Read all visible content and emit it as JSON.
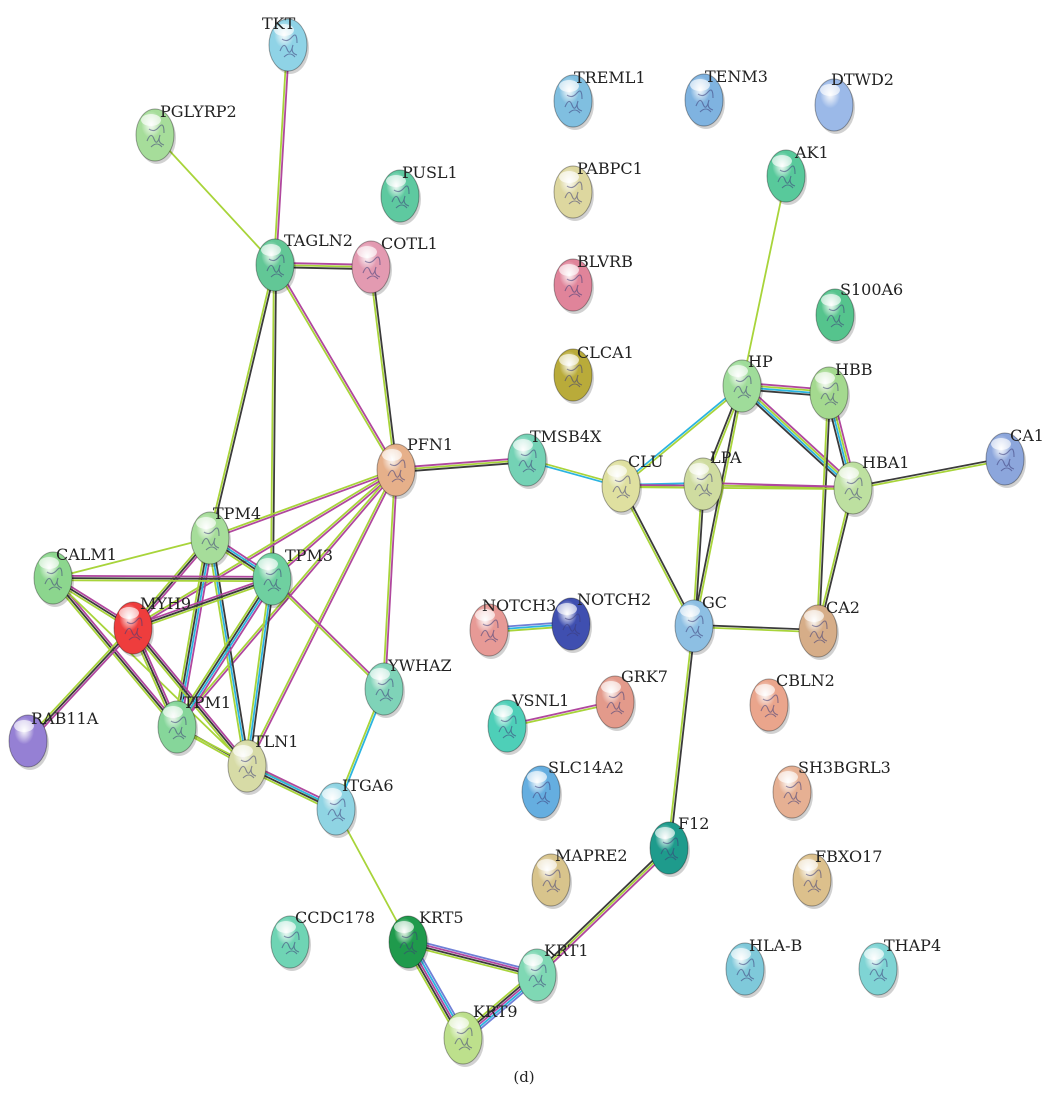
{
  "figure": {
    "caption": "(d)"
  },
  "edge_colors": {
    "yellow_green": "#a8d43a",
    "magenta": "#b0479e",
    "dark": "#3b3b3b",
    "cyan": "#2bb4e0",
    "blue": "#6f7fd6"
  },
  "nodes": [
    {
      "id": "TKT",
      "label": "TKT",
      "color": "#8fd3e6",
      "motif": "protein-ribbon"
    },
    {
      "id": "PGLYRP2",
      "label": "PGLYRP2",
      "color": "#a6dd9a",
      "motif": "protein-ribbon"
    },
    {
      "id": "PUSL1",
      "label": "PUSL1",
      "color": "#5ec9a0",
      "motif": "protein-ribbon"
    },
    {
      "id": "TAGLN2",
      "label": "TAGLN2",
      "color": "#62c796",
      "motif": "protein-ribbon"
    },
    {
      "id": "COTL1",
      "label": "COTL1",
      "color": "#e39ab1",
      "motif": "protein-ribbon"
    },
    {
      "id": "TREML1",
      "label": "TREML1",
      "color": "#80bfe0",
      "motif": "protein-ribbon"
    },
    {
      "id": "TENM3",
      "label": "TENM3",
      "color": "#7fb3e0",
      "motif": "protein-ribbon"
    },
    {
      "id": "DTWD2",
      "label": "DTWD2",
      "color": "#9bb9e8",
      "motif": "none"
    },
    {
      "id": "AK1",
      "label": "AK1",
      "color": "#58c99b",
      "motif": "protein-ribbon"
    },
    {
      "id": "PABPC1",
      "label": "PABPC1",
      "color": "#ddd79f",
      "motif": "protein-ribbon"
    },
    {
      "id": "BLVRB",
      "label": "BLVRB",
      "color": "#e0849a",
      "motif": "protein-ribbon"
    },
    {
      "id": "S100A6",
      "label": "S100A6",
      "color": "#55c48d",
      "motif": "protein-ribbon"
    },
    {
      "id": "CLCA1",
      "label": "CLCA1",
      "color": "#b9ab3a",
      "motif": "protein-ribbon"
    },
    {
      "id": "HP",
      "label": "HP",
      "color": "#9fdc9a",
      "motif": "protein-ribbon"
    },
    {
      "id": "HBB",
      "label": "HBB",
      "color": "#a4d98f",
      "motif": "protein-ribbon"
    },
    {
      "id": "PFN1",
      "label": "PFN1",
      "color": "#e6b08a",
      "motif": "protein-ribbon"
    },
    {
      "id": "TMSB4X",
      "label": "TMSB4X",
      "color": "#74d2b5",
      "motif": "protein-ribbon"
    },
    {
      "id": "CLU",
      "label": "CLU",
      "color": "#dfe0a0",
      "motif": "protein-ribbon"
    },
    {
      "id": "LPA",
      "label": "LPA",
      "color": "#cfdca0",
      "motif": "protein-ribbon"
    },
    {
      "id": "HBA1",
      "label": "HBA1",
      "color": "#bde0a0",
      "motif": "protein-ribbon"
    },
    {
      "id": "CA1",
      "label": "CA1",
      "color": "#8ca6dc",
      "motif": "protein-ribbon"
    },
    {
      "id": "TPM4",
      "label": "TPM4",
      "color": "#a6dd9a",
      "motif": "protein-ribbon"
    },
    {
      "id": "CALM1",
      "label": "CALM1",
      "color": "#8cd68e",
      "motif": "protein-ribbon"
    },
    {
      "id": "TPM3",
      "label": "TPM3",
      "color": "#6fd0a0",
      "motif": "protein-ribbon"
    },
    {
      "id": "MYH9",
      "label": "MYH9",
      "color": "#ee3d3d",
      "motif": "protein-ribbon"
    },
    {
      "id": "NOTCH3",
      "label": "NOTCH3",
      "color": "#e79a96",
      "motif": "protein-ribbon"
    },
    {
      "id": "NOTCH2",
      "label": "NOTCH2",
      "color": "#3f4fb0",
      "motif": "protein-ribbon"
    },
    {
      "id": "GC",
      "label": "GC",
      "color": "#8dbfe3",
      "motif": "protein-ribbon"
    },
    {
      "id": "CA2",
      "label": "CA2",
      "color": "#d6ad88",
      "motif": "protein-ribbon"
    },
    {
      "id": "YWHAZ",
      "label": "YWHAZ",
      "color": "#7fd3b8",
      "motif": "protein-ribbon"
    },
    {
      "id": "GRK7",
      "label": "GRK7",
      "color": "#e39a8b",
      "motif": "protein-ribbon"
    },
    {
      "id": "VSNL1",
      "label": "VSNL1",
      "color": "#4ecfb8",
      "motif": "protein-ribbon"
    },
    {
      "id": "CBLN2",
      "label": "CBLN2",
      "color": "#eaa58c",
      "motif": "protein-ribbon"
    },
    {
      "id": "RAB11A",
      "label": "RAB11A",
      "color": "#9580d4",
      "motif": "none"
    },
    {
      "id": "TPM1",
      "label": "TPM1",
      "color": "#86d69a",
      "motif": "protein-ribbon"
    },
    {
      "id": "TLN1",
      "label": "TLN1",
      "color": "#d7dba6",
      "motif": "protein-ribbon"
    },
    {
      "id": "SLC14A2",
      "label": "SLC14A2",
      "color": "#65aee0",
      "motif": "protein-ribbon"
    },
    {
      "id": "SH3BGRL3",
      "label": "SH3BGRL3",
      "color": "#e6b093",
      "motif": "protein-ribbon"
    },
    {
      "id": "ITGA6",
      "label": "ITGA6",
      "color": "#8fd4e3",
      "motif": "protein-ribbon"
    },
    {
      "id": "F12",
      "label": "F12",
      "color": "#1e9b8c",
      "motif": "protein-ribbon"
    },
    {
      "id": "MAPRE2",
      "label": "MAPRE2",
      "color": "#d8c48c",
      "motif": "protein-ribbon"
    },
    {
      "id": "FBXO17",
      "label": "FBXO17",
      "color": "#dcc08c",
      "motif": "protein-ribbon"
    },
    {
      "id": "CCDC178",
      "label": "CCDC178",
      "color": "#6fd4b4",
      "motif": "protein-ribbon"
    },
    {
      "id": "KRT5",
      "label": "KRT5",
      "color": "#1f9a4c",
      "motif": "protein-ribbon"
    },
    {
      "id": "KRT1",
      "label": "KRT1",
      "color": "#7fd8b4",
      "motif": "protein-ribbon"
    },
    {
      "id": "HLA-B",
      "label": "HLA-B",
      "color": "#7fc9da",
      "motif": "protein-ribbon"
    },
    {
      "id": "THAP4",
      "label": "THAP4",
      "color": "#7fd4d4",
      "motif": "protein-ribbon"
    },
    {
      "id": "KRT9",
      "label": "KRT9",
      "color": "#bde08c",
      "motif": "protein-ribbon"
    }
  ],
  "edges": [
    {
      "source": "TKT",
      "target": "TAGLN2",
      "types": [
        "magenta",
        "yellow_green"
      ]
    },
    {
      "source": "PGLYRP2",
      "target": "TAGLN2",
      "types": [
        "yellow_green"
      ]
    },
    {
      "source": "TAGLN2",
      "target": "COTL1",
      "types": [
        "magenta",
        "yellow_green",
        "dark"
      ]
    },
    {
      "source": "TAGLN2",
      "target": "PFN1",
      "types": [
        "magenta",
        "yellow_green"
      ]
    },
    {
      "source": "TAGLN2",
      "target": "TPM4",
      "types": [
        "dark",
        "yellow_green"
      ]
    },
    {
      "source": "TAGLN2",
      "target": "TPM3",
      "types": [
        "dark",
        "yellow_green"
      ]
    },
    {
      "source": "COTL1",
      "target": "PFN1",
      "types": [
        "dark",
        "yellow_green"
      ]
    },
    {
      "source": "PFN1",
      "target": "TMSB4X",
      "types": [
        "magenta",
        "yellow_green",
        "dark"
      ]
    },
    {
      "source": "PFN1",
      "target": "TPM4",
      "types": [
        "magenta",
        "yellow_green"
      ]
    },
    {
      "source": "PFN1",
      "target": "TPM3",
      "types": [
        "magenta",
        "yellow_green"
      ]
    },
    {
      "source": "PFN1",
      "target": "MYH9",
      "types": [
        "magenta",
        "yellow_green"
      ]
    },
    {
      "source": "PFN1",
      "target": "TPM1",
      "types": [
        "magenta",
        "yellow_green"
      ]
    },
    {
      "source": "PFN1",
      "target": "TLN1",
      "types": [
        "magenta",
        "yellow_green"
      ]
    },
    {
      "source": "PFN1",
      "target": "YWHAZ",
      "types": [
        "magenta",
        "yellow_green"
      ]
    },
    {
      "source": "TMSB4X",
      "target": "CLU",
      "types": [
        "yellow_green",
        "cyan"
      ]
    },
    {
      "source": "CLU",
      "target": "LPA",
      "types": [
        "cyan",
        "yellow_green"
      ]
    },
    {
      "source": "CLU",
      "target": "HBA1",
      "types": [
        "magenta",
        "yellow_green"
      ]
    },
    {
      "source": "CLU",
      "target": "HP",
      "types": [
        "cyan",
        "yellow_green"
      ]
    },
    {
      "source": "CLU",
      "target": "GC",
      "types": [
        "dark",
        "yellow_green"
      ]
    },
    {
      "source": "AK1",
      "target": "HP",
      "types": [
        "yellow_green"
      ]
    },
    {
      "source": "HP",
      "target": "HBB",
      "types": [
        "magenta",
        "yellow_green",
        "cyan",
        "dark"
      ]
    },
    {
      "source": "HP",
      "target": "HBA1",
      "types": [
        "magenta",
        "yellow_green",
        "cyan",
        "dark"
      ]
    },
    {
      "source": "HP",
      "target": "LPA",
      "types": [
        "yellow_green",
        "dark"
      ]
    },
    {
      "source": "HP",
      "target": "GC",
      "types": [
        "yellow_green",
        "dark"
      ]
    },
    {
      "source": "HBB",
      "target": "HBA1",
      "types": [
        "magenta",
        "yellow_green",
        "cyan",
        "dark"
      ]
    },
    {
      "source": "HBB",
      "target": "CA2",
      "types": [
        "dark",
        "yellow_green"
      ]
    },
    {
      "source": "HBA1",
      "target": "CA1",
      "types": [
        "dark",
        "yellow_green"
      ]
    },
    {
      "source": "HBA1",
      "target": "CA2",
      "types": [
        "dark",
        "yellow_green"
      ]
    },
    {
      "source": "LPA",
      "target": "HBA1",
      "types": [
        "magenta",
        "yellow_green"
      ]
    },
    {
      "source": "LPA",
      "target": "GC",
      "types": [
        "dark",
        "yellow_green"
      ]
    },
    {
      "source": "GC",
      "target": "CA2",
      "types": [
        "dark",
        "yellow_green"
      ]
    },
    {
      "source": "GC",
      "target": "F12",
      "types": [
        "dark",
        "yellow_green"
      ]
    },
    {
      "source": "TPM4",
      "target": "TPM3",
      "types": [
        "magenta",
        "cyan",
        "dark",
        "yellow_green"
      ]
    },
    {
      "source": "TPM4",
      "target": "CALM1",
      "types": [
        "yellow_green"
      ]
    },
    {
      "source": "TPM4",
      "target": "MYH9",
      "types": [
        "magenta",
        "dark",
        "yellow_green"
      ]
    },
    {
      "source": "TPM4",
      "target": "TPM1",
      "types": [
        "magenta",
        "cyan",
        "dark",
        "yellow_green"
      ]
    },
    {
      "source": "TPM4",
      "target": "TLN1",
      "types": [
        "dark",
        "cyan",
        "yellow_green"
      ]
    },
    {
      "source": "CALM1",
      "target": "TPM3",
      "types": [
        "magenta",
        "dark",
        "yellow_green"
      ]
    },
    {
      "source": "CALM1",
      "target": "MYH9",
      "types": [
        "magenta",
        "dark",
        "yellow_green"
      ]
    },
    {
      "source": "CALM1",
      "target": "TPM1",
      "types": [
        "magenta",
        "dark",
        "yellow_green"
      ]
    },
    {
      "source": "CALM1",
      "target": "TLN1",
      "types": [
        "yellow_green"
      ]
    },
    {
      "source": "MYH9",
      "target": "TPM3",
      "types": [
        "magenta",
        "dark",
        "yellow_green"
      ]
    },
    {
      "source": "MYH9",
      "target": "TPM1",
      "types": [
        "magenta",
        "dark",
        "yellow_green"
      ]
    },
    {
      "source": "MYH9",
      "target": "TLN1",
      "types": [
        "magenta",
        "dark",
        "yellow_green"
      ]
    },
    {
      "source": "MYH9",
      "target": "RAB11A",
      "types": [
        "magenta",
        "dark",
        "yellow_green"
      ]
    },
    {
      "source": "TPM3",
      "target": "TPM1",
      "types": [
        "magenta",
        "cyan",
        "dark",
        "yellow_green"
      ]
    },
    {
      "source": "TPM3",
      "target": "TLN1",
      "types": [
        "dark",
        "cyan",
        "yellow_green"
      ]
    },
    {
      "source": "TPM3",
      "target": "YWHAZ",
      "types": [
        "magenta",
        "yellow_green"
      ]
    },
    {
      "source": "TPM1",
      "target": "TLN1",
      "types": [
        "dark",
        "yellow_green"
      ]
    },
    {
      "source": "TPM1",
      "target": "ITGA6",
      "types": [
        "yellow_green"
      ]
    },
    {
      "source": "TLN1",
      "target": "ITGA6",
      "types": [
        "magenta",
        "cyan",
        "dark",
        "yellow_green"
      ]
    },
    {
      "source": "YWHAZ",
      "target": "ITGA6",
      "types": [
        "cyan",
        "yellow_green"
      ]
    },
    {
      "source": "ITGA6",
      "target": "KRT5",
      "types": [
        "yellow_green"
      ]
    },
    {
      "source": "NOTCH3",
      "target": "NOTCH2",
      "types": [
        "blue",
        "cyan",
        "yellow_green"
      ]
    },
    {
      "source": "VSNL1",
      "target": "GRK7",
      "types": [
        "magenta",
        "yellow_green"
      ]
    },
    {
      "source": "F12",
      "target": "KRT1",
      "types": [
        "magenta",
        "yellow_green",
        "dark"
      ]
    },
    {
      "source": "KRT5",
      "target": "KRT1",
      "types": [
        "blue",
        "magenta",
        "dark",
        "yellow_green"
      ]
    },
    {
      "source": "KRT5",
      "target": "KRT9",
      "types": [
        "blue",
        "cyan",
        "magenta",
        "dark",
        "yellow_green"
      ]
    },
    {
      "source": "KRT1",
      "target": "KRT9",
      "types": [
        "blue",
        "cyan",
        "magenta",
        "dark",
        "yellow_green"
      ]
    }
  ]
}
